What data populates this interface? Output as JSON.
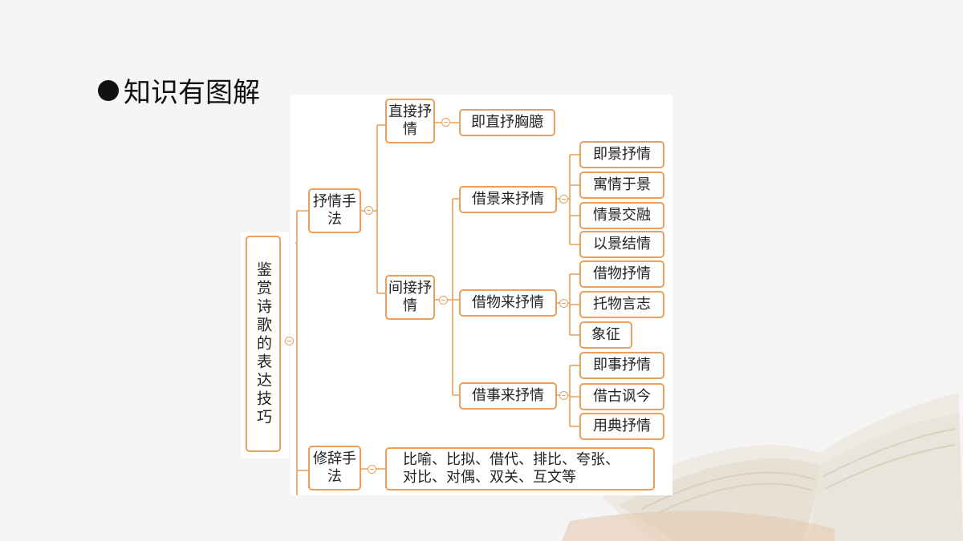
{
  "slide": {
    "title": "知识有图解"
  },
  "mindmap": {
    "root": "鉴赏诗歌的表达技巧",
    "lyric": {
      "label": "抒情手法",
      "direct": {
        "label": "直接抒情",
        "child": "即直抒胸臆"
      },
      "indirect": {
        "label": "间接抒情",
        "scene": {
          "label": "借景来抒情",
          "items": [
            "即景抒情",
            "寓情于景",
            "情景交融",
            "以景结情"
          ]
        },
        "object": {
          "label": "借物来抒情",
          "items": [
            "借物抒情",
            "托物言志",
            "象征"
          ]
        },
        "event": {
          "label": "借事来抒情",
          "items": [
            "即事抒情",
            "借古讽今",
            "用典抒情"
          ]
        }
      }
    },
    "rhetoric": {
      "label": "修辞手法",
      "detail": [
        "比喻、比拟、借代、排比、夸张、",
        "对比、对偶、双关、互文等"
      ]
    }
  },
  "colors": {
    "node_border": "#e8a05c",
    "connector": "#e8a05c",
    "background": "#f5f5f5"
  }
}
